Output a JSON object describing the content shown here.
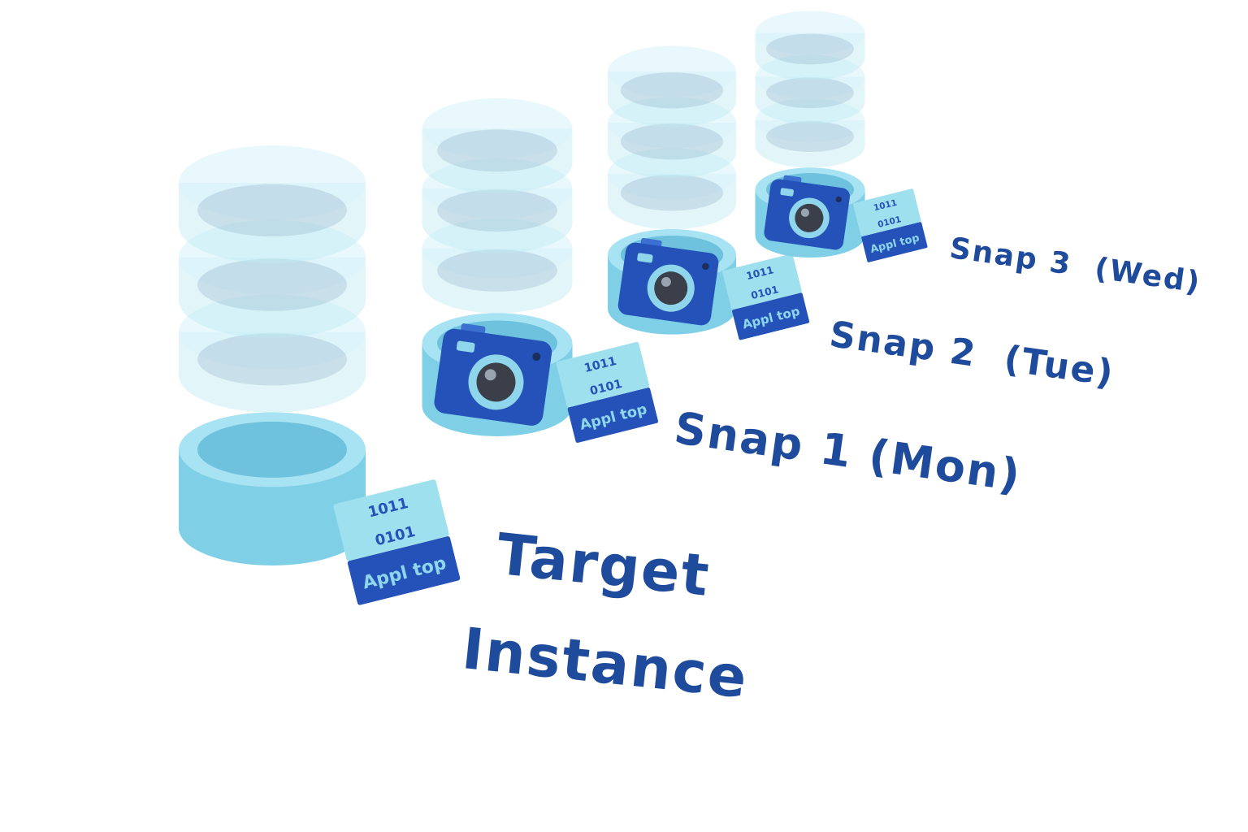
{
  "colors": {
    "label": "#1f4b9c",
    "db_solid": "#7fcfe6",
    "db_glass": "#bfeaf5",
    "camera": "#2452b8",
    "chip_top": "#9fe0ee",
    "chip_base": "#2452b8"
  },
  "chip_text": {
    "binary_top": "1011",
    "binary_bottom": "0101",
    "app": "Appl top"
  },
  "items": [
    {
      "name": "target",
      "label_line1": "Target",
      "label_line2": "Instance",
      "has_camera": false
    },
    {
      "name": "snap1",
      "label_line1": "Snap 1 (Mon)",
      "has_camera": true
    },
    {
      "name": "snap2",
      "label_line1": "Snap 2  (Tue)",
      "has_camera": true
    },
    {
      "name": "snap3",
      "label_line1": "Snap 3  (Wed)",
      "has_camera": true
    }
  ]
}
